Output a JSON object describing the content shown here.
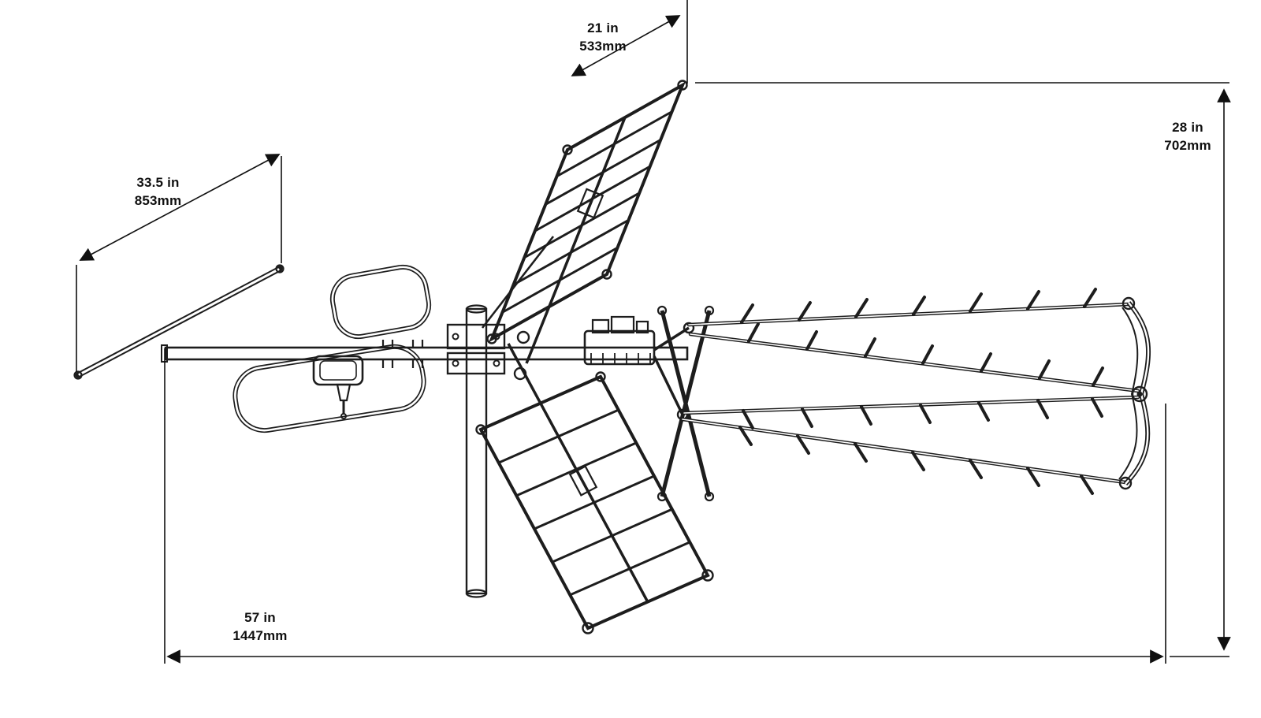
{
  "colors": {
    "line": "#1d1d1d",
    "dimension": "#101010",
    "background": "#ffffff"
  },
  "dimensions": {
    "top": {
      "inches": "21 in",
      "mm": "533mm"
    },
    "left": {
      "inches": "33.5 in",
      "mm": "853mm"
    },
    "right": {
      "inches": "28 in",
      "mm": "702mm"
    },
    "bottom": {
      "inches": "57 in",
      "mm": "1447mm"
    }
  }
}
